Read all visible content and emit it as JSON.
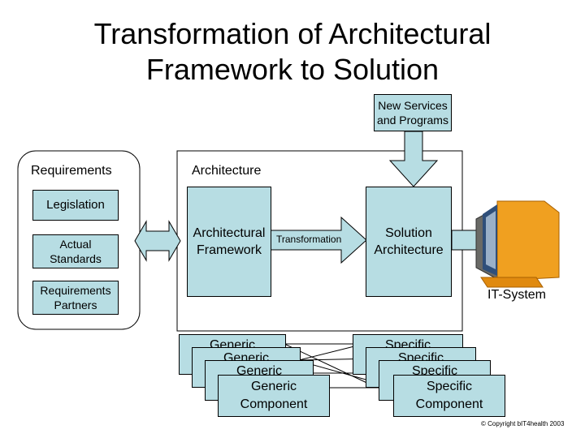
{
  "title_line1": "Transformation of Architectural",
  "title_line2": "Framework to Solution",
  "new_services": "New Services and Programs",
  "requirements": {
    "label": "Requirements",
    "legislation": "Legislation",
    "actual_standards": "Actual Standards",
    "requirements_partners": "Requirements Partners"
  },
  "architecture": {
    "label": "Architecture",
    "framework": "Architectural Framework",
    "transformation": "Transformation",
    "solution": "Solution Architecture"
  },
  "it_system": "IT-System",
  "generic_component": "Generic Component",
  "generic_short": "Generic",
  "specific_component": "Specific Component",
  "specific_short": "Specific",
  "copyright": "© Copyright bIT4health 2003",
  "colors": {
    "box_fill": "#b7dde3",
    "monitor": "#f0a020"
  },
  "icons": [
    "computer-monitor-icon"
  ]
}
